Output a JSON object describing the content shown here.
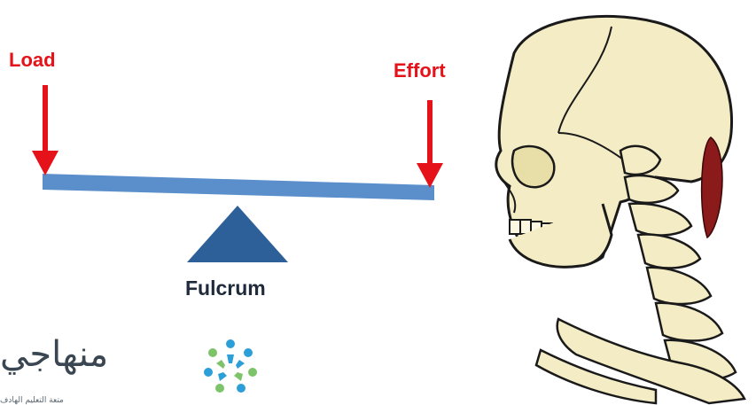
{
  "labels": {
    "load": "Load",
    "effort": "Effort",
    "fulcrum": "Fulcrum"
  },
  "logo": {
    "text": "منهاجي",
    "tagline": "متعة التعليم الهادف",
    "icon": "people-circle-icon"
  },
  "colors": {
    "arrow": "#e5121a",
    "lever": "#5b8fcc",
    "fulcrum": "#2d5f99",
    "bone": "#f3ecc4",
    "muscle": "#8b1a1a"
  }
}
